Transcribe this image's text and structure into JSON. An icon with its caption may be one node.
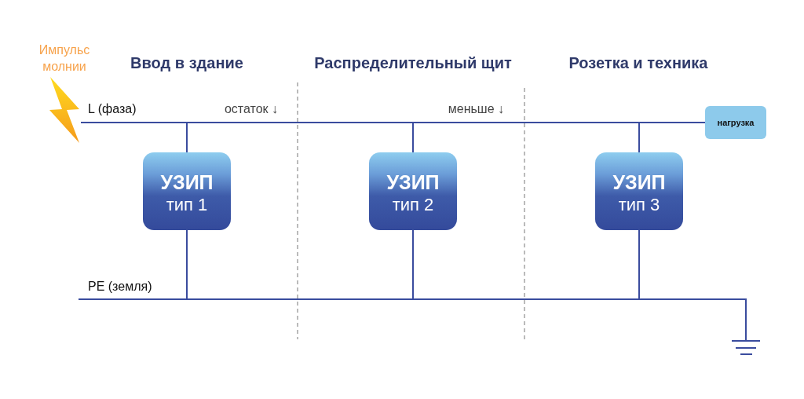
{
  "diagram": {
    "nodes": [
      {
        "text": [],
        "shape": "picture",
        "beside": [
          "Импульс молнии"
        ]
      },
      {
        "text": [
          "нагрузка"
        ]
      },
      {
        "text": [
          "УЗИП",
          "тип 1"
        ]
      },
      {
        "text": [
          "УЗИП",
          "тип 2"
        ]
      },
      {
        "text": [
          "УЗИП",
          "тип 3"
        ]
      },
      {
        "text": [],
        "shape": "ground"
      }
    ],
    "edges": [
      {
        "from": 0,
        "to": 1,
        "arrow": "none"
      },
      {
        "from": 0,
        "to": 2,
        "arrow": "none"
      },
      {
        "from": 0,
        "to": 3,
        "arrow": "none"
      },
      {
        "from": 0,
        "to": 4,
        "arrow": "none"
      },
      {
        "from": 2,
        "to": 5,
        "arrow": "none"
      },
      {
        "from": 3,
        "to": 5,
        "arrow": "none"
      },
      {
        "from": 4,
        "to": 5,
        "arrow": "none"
      },
      {
        "from": null,
        "to": 5,
        "arrow": "none"
      }
    ],
    "labels": [
      "Ввод в здание",
      "Распределительный щит",
      "Розетка и техника",
      "L (фаза)",
      "остаток ↓",
      "меньше ↓",
      "PE (земля)"
    ]
  }
}
